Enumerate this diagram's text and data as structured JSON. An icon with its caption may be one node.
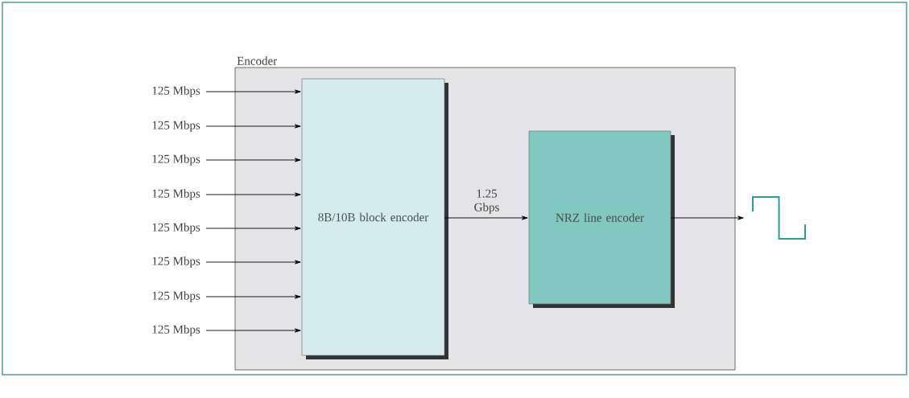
{
  "diagram": {
    "nodes": [
      {
        "text": [
          "Encoder"
        ]
      },
      {
        "text": [
          "8B/10B block encoder"
        ],
        "in": 0
      },
      {
        "text": [
          "NRZ line encoder"
        ],
        "in": 0
      },
      {
        "text": [
          "125 Mbps"
        ]
      },
      {
        "text": [
          "125 Mbps"
        ]
      },
      {
        "text": [
          "125 Mbps"
        ]
      },
      {
        "text": [
          "125 Mbps"
        ]
      },
      {
        "text": [
          "125 Mbps"
        ]
      },
      {
        "text": [
          "125 Mbps"
        ]
      },
      {
        "text": [
          "125 Mbps"
        ]
      },
      {
        "text": [
          "125 Mbps"
        ]
      },
      {
        "text": [],
        "shape": "picture"
      }
    ],
    "edges": [
      {
        "from": 3,
        "to": 1,
        "arrow": "to"
      },
      {
        "from": 4,
        "to": 1,
        "arrow": "to"
      },
      {
        "from": 5,
        "to": 1,
        "arrow": "to"
      },
      {
        "from": 6,
        "to": 1,
        "arrow": "to"
      },
      {
        "from": 7,
        "to": 1,
        "arrow": "to"
      },
      {
        "from": 8,
        "to": 1,
        "arrow": "to"
      },
      {
        "from": 9,
        "to": 1,
        "arrow": "to"
      },
      {
        "from": 10,
        "to": 1,
        "arrow": "to"
      },
      {
        "from": 1,
        "to": 2,
        "label": "1.25 Gbps",
        "arrow": "to"
      },
      {
        "from": 2,
        "to": 11,
        "arrow": "to"
      }
    ]
  }
}
